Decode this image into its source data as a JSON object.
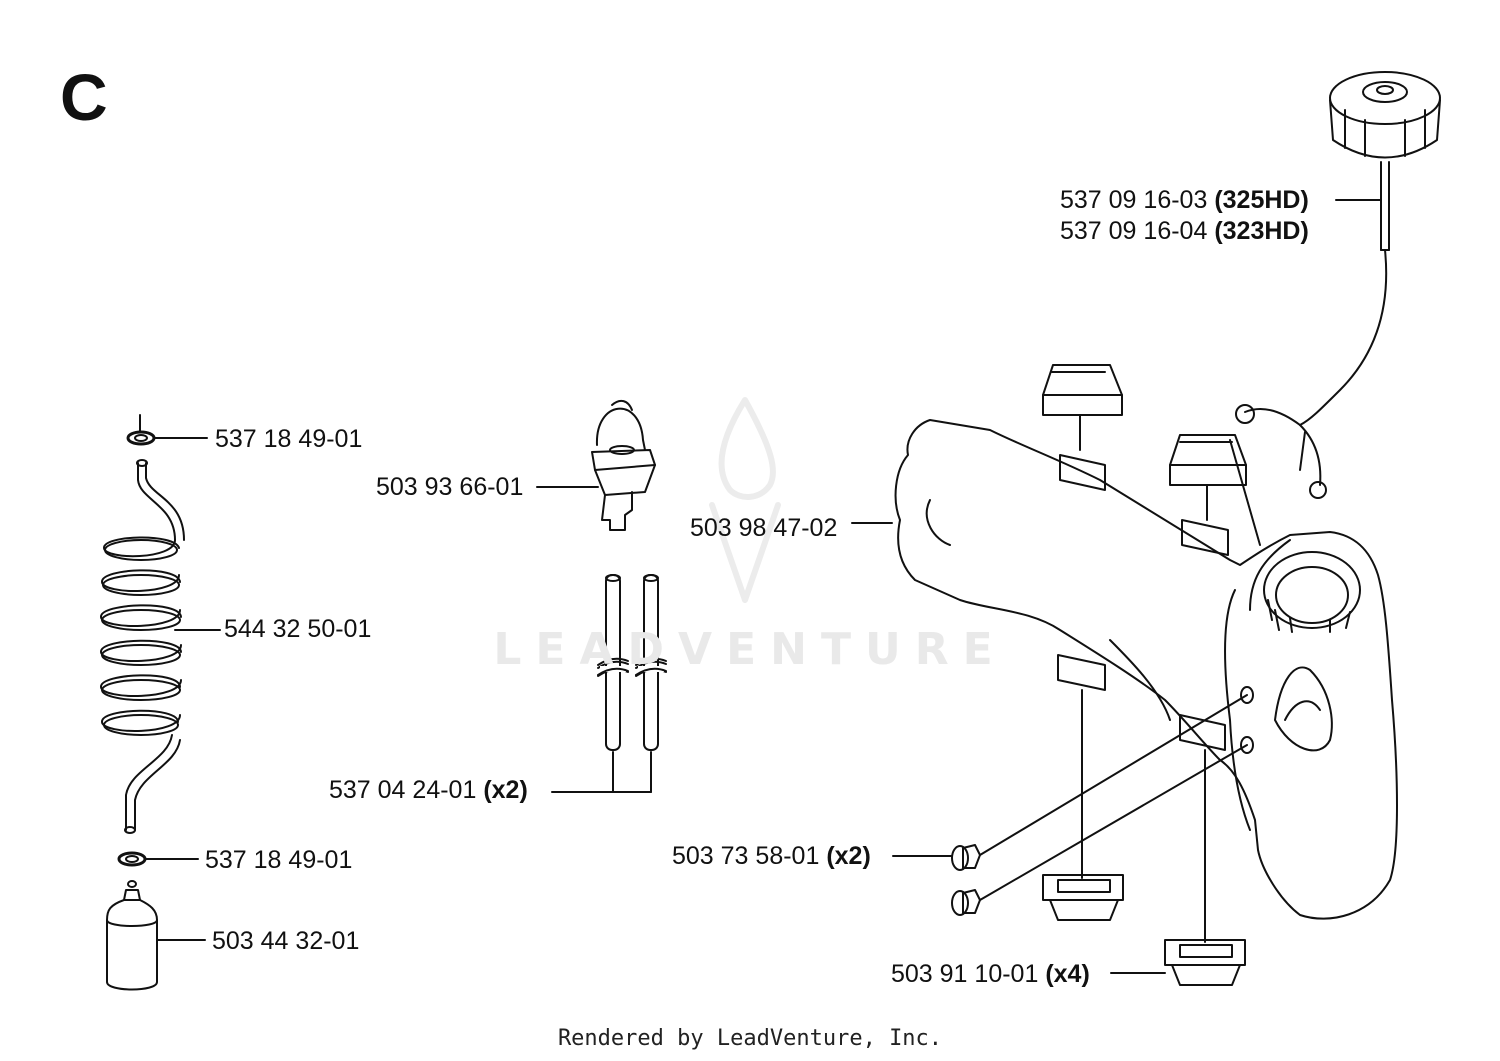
{
  "section_letter": "C",
  "watermark": "LEADVENTURE",
  "footer": "Rendered by LeadVenture, Inc.",
  "parts": {
    "fuel_cap_a": {
      "number": "537 09 16-03",
      "qualifier": "(325HD)"
    },
    "fuel_cap_b": {
      "number": "537 09 16-04",
      "qualifier": "(323HD)"
    },
    "o_ring_top": {
      "number": "537 18 49-01"
    },
    "primer_bulb": {
      "number": "503 93 66-01"
    },
    "fuel_tank": {
      "number": "503 98 47-02"
    },
    "fuel_hose_coil": {
      "number": "544 32 50-01"
    },
    "fuel_line": {
      "number": "537 04 24-01",
      "qualifier": "(x2)"
    },
    "grommet": {
      "number": "503 73 58-01",
      "qualifier": "(x2)"
    },
    "o_ring_bottom": {
      "number": "537 18 49-01"
    },
    "fuel_filter": {
      "number": "503 44 32-01"
    },
    "rubber_mount": {
      "number": "503 91 10-01",
      "qualifier": "(x4)"
    }
  }
}
